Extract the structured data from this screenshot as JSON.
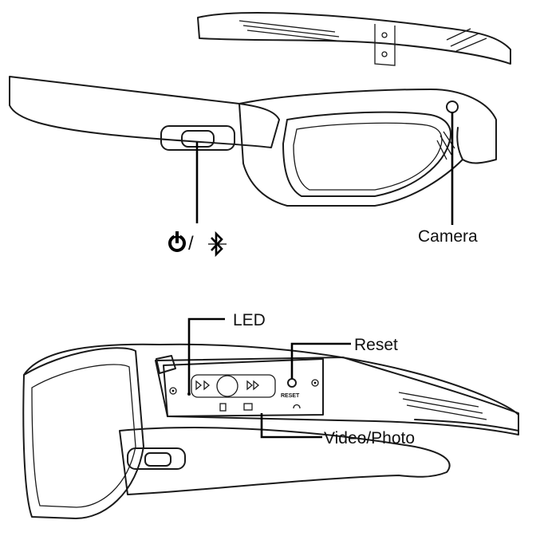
{
  "labels": {
    "camera": "Camera",
    "led": "LED",
    "reset": "Reset",
    "video_photo": "Video/Photo",
    "reset_button_text": "RESET",
    "power_bluetooth_separator": "/"
  },
  "icons": {
    "power": "power-icon",
    "bluetooth": "bluetooth-icon"
  }
}
